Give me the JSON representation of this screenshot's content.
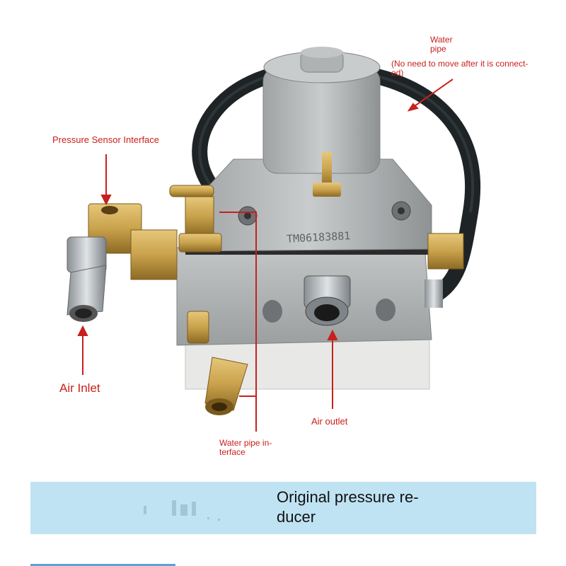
{
  "labels": {
    "water_pipe_title": "Water\npipe",
    "water_pipe_note": "(No need to move after it is connect-\ned)",
    "pressure_sensor": "Pressure Sensor Interface",
    "air_inlet": "Air Inlet",
    "air_outlet": "Air outlet",
    "water_pipe_interface": "Water pipe in-\nterface"
  },
  "body_marking": "TM06183881",
  "banner": {
    "title": "Original pressure re-\nducer"
  },
  "colors": {
    "label_red": "#c8201c",
    "banner_bg": "#bfe3f3",
    "brass": "#c9a24c",
    "aluminum": "#b9bcbd",
    "hose": "#1e2326"
  }
}
